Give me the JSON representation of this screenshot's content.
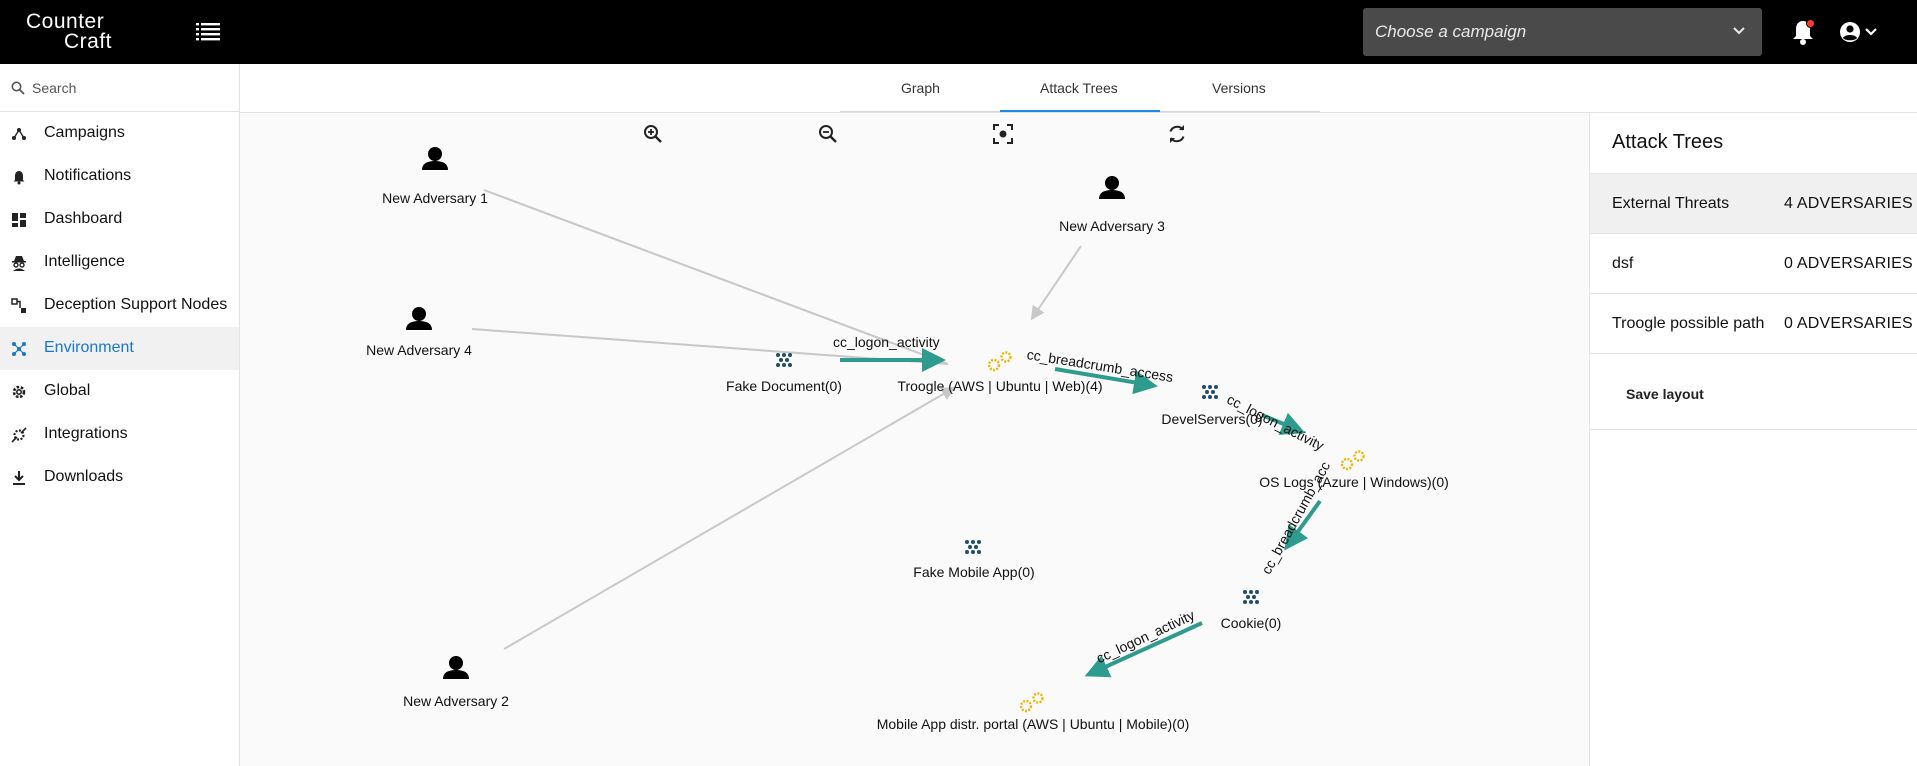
{
  "app": {
    "logo_line1": "Counter",
    "logo_line2": "Craft"
  },
  "header": {
    "campaign_select_placeholder": "Choose a campaign"
  },
  "sidebar": {
    "search_placeholder": "Search",
    "items": [
      {
        "label": "Campaigns",
        "icon": "campaigns-icon"
      },
      {
        "label": "Notifications",
        "icon": "bell-icon"
      },
      {
        "label": "Dashboard",
        "icon": "dashboard-icon"
      },
      {
        "label": "Intelligence",
        "icon": "spy-icon"
      },
      {
        "label": "Deception Support Nodes",
        "icon": "nodes-icon"
      },
      {
        "label": "Environment",
        "icon": "environment-icon",
        "active": true
      },
      {
        "label": "Global",
        "icon": "gear-icon"
      },
      {
        "label": "Integrations",
        "icon": "integrations-icon"
      },
      {
        "label": "Downloads",
        "icon": "download-icon"
      }
    ]
  },
  "tabs": [
    {
      "label": "Graph"
    },
    {
      "label": "Attack Trees",
      "active": true
    },
    {
      "label": "Versions"
    }
  ],
  "graph": {
    "nodes": {
      "adv1": "New Adversary 1",
      "adv2": "New Adversary 2",
      "adv3": "New Adversary 3",
      "adv4": "New Adversary 4",
      "fake_document": "Fake Document(0)",
      "troogle": "Troogle (AWS | Ubuntu | Web)(4)",
      "devel_servers": "DevelServers(0)",
      "os_logs": "OS Logs (Azure | Windows)(0)",
      "fake_mobile_app": "Fake Mobile App(0)",
      "cookie": "Cookie(0)",
      "mobile_portal": "Mobile App distr. portal (AWS | Ubuntu | Mobile)(0)"
    },
    "edges": {
      "e1": "cc_logon_activity",
      "e2": "cc_breadcrumb_access",
      "e3": "cc_logon_activity",
      "e4": "cc_breadcrumb_acc",
      "e5": "cc_logon_activity"
    },
    "colors": {
      "edge_active": "#2e9b8f",
      "edge_inactive": "#c8c8c8",
      "breadcrumb": "#1f4e6b",
      "service": "#f0b400"
    }
  },
  "attack_trees": {
    "title": "Attack Trees",
    "rows": [
      {
        "name": "External Threats",
        "count": "4 ADVERSARIES",
        "selected": true
      },
      {
        "name": "dsf",
        "count": "0 ADVERSARIES"
      },
      {
        "name": "Troogle possible path",
        "count": "0 ADVERSARIES"
      }
    ],
    "save_label": "Save layout"
  }
}
